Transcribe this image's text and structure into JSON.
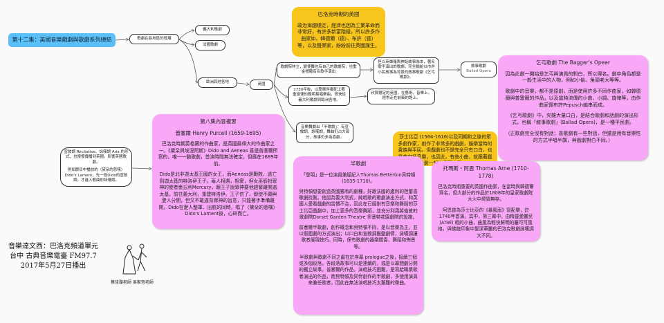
{
  "root": "第十二集：英國音樂戲劇與歌劇系列總結",
  "dev": "歌劇在各地區的發展",
  "italy": "義大利歌劇",
  "france": "法國歌劇",
  "other": "歐洲其他各地",
  "england": "英國",
  "baroque_uk": {
    "title": "巴洛克時期的英國",
    "body": "政治漸趨穩定，經濟也因為工業革命而非常好，有許多新富階級，所以許多作曲家如，韓德爾（德）、布許（德）等，以及聲樂家，紛紛前往英國謀生。"
  },
  "theaters": "歌劇院林立，變使舞也有自己的歌劇院，也重金禮聘有名歌手演出",
  "heroic": "但以英雄羅馬神話故事為本，著名歌手演出的歌劇，完全輸給以市井小民故事為背景的敘事歌劇《乞丐歌劇》。",
  "ballad": {
    "zh": "敘事歌劇",
    "en": "Ballad Opera"
  },
  "beggar": {
    "title": "乞丐歌劇 The Bagger's Opear",
    "p1": "因為此劇一開始是乞丐與演員的對白，所以得名。劇中角色都是一般生活中的人物，例如小偷、角頭老大等等。",
    "p2": "歌劇中的音樂，都不是原創，而是使用許多不同作曲家，如韓德爾與普塞爾的作品，以及當時流傳的小曲、小調、旋律等，由作曲家佩布許Pepusch編串而成。",
    "p3": "《乞丐歌劇》中，夾雜大量口白，是結合歌劇和話劇的演出形式，也稱「敘事歌劇」(Ballad Opera)，是一種平民劇。",
    "p4": "（正歌劇完全沒有對話；喜歌劇有一些對話，但還是用有音樂性的方式半唱半講，與戲劇對白不同。）"
  },
  "after1730": "1730年後，以簡單伴奏配上著重旋律的輕明易唱樂曲，很快從義大利歌劇到歐洲各地。",
  "appreciate": "欣賞穩定的英國，在藝術、音樂上，經常走在前衛的路上。",
  "masque": "音樂舞劇出「半歌劇」：有宣敘調、詠嘆調，舞曲仍占大部分，故事仍多為喜劇。",
  "shakespeare": "莎士比亞 (1564-1616)以及同期和之後的眾多劇作家，創作了非常多的戲劇，娛樂當時的貴族與平民。但戲劇也不是完全只有口白，也是會穿插音樂，也因此，有些小曲，就跟著戲劇一起流傳下來了。",
  "ep8": {
    "title": "第八集內容複習",
    "sub": "普塞爾 Henry Purcell (1659-1695)",
    "p1": "巴洛克時期英格蘭的作曲家，是英國最偉大的作曲家之一。《黛朵與埃涅阿斯》Dido and Aeneas 喜是普塞爾所寫的，唯一一齣歌劇，首演時間無法確定，但應在1689年前。",
    "p2": "Dido是北非迦太基王國的女王，而Aeneas是戰敗、逃亡到迦太基的特洛伊王子。兩人相遇，相愛，但女巫假扮眾神的使者墨丘利Mercury，跟王子說眾神要他趕緊離開迦太基，前往義大利，重建特洛伊。王子信了，即使不願與愛人分開，但又不敢違背眾神的旨意，只能著手準備離開。Dido在愛人整軍、出航的同時，唱了〈黛朵的悲嘆〉Dido's Lament後，心碎而亡。"
  },
  "recit": {
    "p1": "宣敘調 Recitative、詠嘆調 Aria 的形式，也慢慢傳播到英國，影響英國歌劇。",
    "p2": "例如節目中播放的〈黛朵的悲嘆〉Dido's Lament，先一段Dido的宣敘調，才進入歌曲的詠嘆調。"
  },
  "semi": {
    "title": "半歌劇",
    "p1": "「發明」是一位演員兼經紀人Thomas Betterton貝特頓 (1635-1710)。",
    "p2": "貝特頓想要創造英國獨有的劇種，好跟法國的盧利的芭蕾喜歌劇抗衡。他認為義大利式，純唱歌的歌劇演出方式，和英國人愛看戲劇的習慣不合，因此在已經附有音樂和舞蹈的莎士比亞戲劇中，加上更多的音樂舞蹈，並充分利用將倫敦的歌劇院Dorset Garden Theatre 多塞特花園劇院的設施。",
    "p3": "普塞爾半歌劇，創作概念和貝特頓不同，是以音樂為主，並以假面劇的方式演出；以口白和宣敘調推動劇情，詠嘆調讓歌者展現技巧。同時，保有歌劇的器樂間奏、舞蹈和佈景等。",
    "p4": "半歌劇與歌劇不同之處在於序幕 prologue之後，接續三個或多個段落，各段落故事可以是連續的，或是以幕間劇分開的獨立故事。普塞爾的作品，演唱技巧困難，是寫給職業歌者演出的作品，而貝特頓及同伴創作的半歌劇，多使用演員來兼任歌者，因此在無法演唱技巧太艱難的樂曲。"
  },
  "arne": {
    "title": "托瑪斯・阿恩 Thomas Arne (1710-1778)",
    "p1": "巴洛克時期重要的英國作曲家，在當時與韓德爾齊名，但大部分的作品於1808年的皇家歌劇院大火中燒毀無存。",
    "p2": "阿恩曾為莎士比亞的《暴風雨》寫配樂，於1740年首演。其中，第三幕中，由精靈愛麗兒 (Ariel) 唱的小曲，曲風為輕快鮮明的屬可可風格，與佛統印象中聖潔華麗的巴洛克歌劇詠嘆調大不同。"
  },
  "footer": {
    "l1": "音樂達文西：巴洛克頻道單元",
    "l2": "台中 古典音樂電臺 FM97.7",
    "l3": "2017年5月27日播出",
    "teachers": "蔡佳璇老師 吳家恆老師"
  }
}
